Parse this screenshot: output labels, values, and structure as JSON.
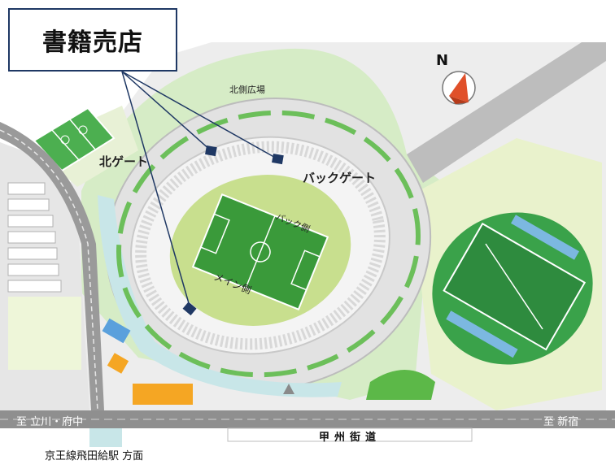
{
  "legend": {
    "title": "書籍売店"
  },
  "labels": {
    "north_plaza": "北側広場",
    "north_gate": "北ゲート",
    "back_gate": "バックゲート",
    "back_side": "バック側",
    "main_side": "メイン側",
    "road_name": "甲州街道",
    "to_tachikawa": "至 立川・府中",
    "to_shinjuku": "至 新宿",
    "station": "京王線飛田給駅 方面"
  },
  "compass": {
    "letter": "N"
  },
  "colors": {
    "grass": "#5cb848",
    "field": "#3a9a3a",
    "pitch_surround": "#c8df8e",
    "road": "#8f8f8f",
    "concourse": "#c8e6e8",
    "marker": "#1f3864",
    "compass": "#e0502a"
  },
  "markers": [
    {
      "name": "bookstore-marker-north-gate"
    },
    {
      "name": "bookstore-marker-back-gate"
    },
    {
      "name": "bookstore-marker-main-side"
    }
  ]
}
